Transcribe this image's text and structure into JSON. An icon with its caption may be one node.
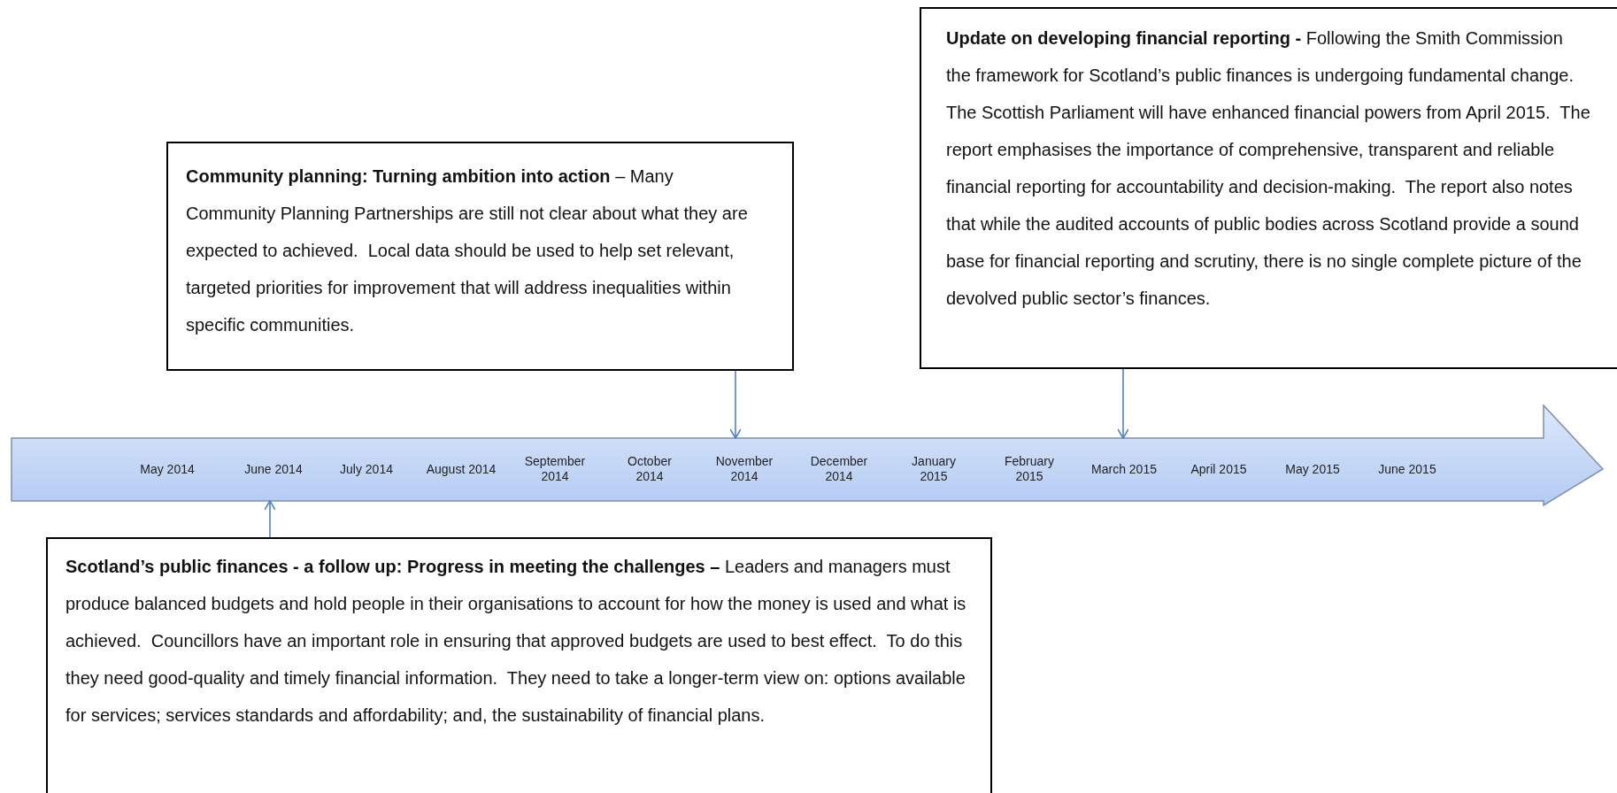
{
  "diagram": {
    "nodes": [
      {
        "text": [
          "**Community planning: Turning ambition into action** – Many Community Planning Partnerships are still not clear about what they are expected to achieved.  Local data should be used to help set relevant, targeted priorities for improvement that will address inequalities within specific communities."
        ]
      },
      {
        "text": [
          "**Update on developing financial reporting -** Following the Smith Commission the framework for Scotland’s public finances is undergoing fundamental change.  The Scottish Parliament will have enhanced financial powers from April 2015.  The report emphasises the importance of comprehensive, transparent and reliable financial reporting for accountability and decision-making.  The report also notes that while the audited accounts of public bodies across Scotland provide a sound base for financial reporting and scrutiny, there is no single complete picture of the devolved public sector’s finances."
        ]
      },
      {
        "text": [
          "May 2014",
          "June 2014",
          "July 2014",
          "August 2014",
          "September 2014",
          "October 2014",
          "November 2014",
          "December 2014",
          "January 2015",
          "February 2015",
          "March 2015",
          "April 2015",
          "May 2015",
          "June 2015"
        ]
      },
      {
        "text": [
          "**Scotland’s public finances - a follow up: Progress in meeting the challenges –** Leaders and managers must produce balanced budgets and hold people in their organisations to account for how the money is used and what is achieved.  Councillors have an important role in ensuring that approved budgets are used to best effect.  To do this they need good-quality and timely financial information.  They need to take a longer-term view on: options available for services; services standards and affordability; and, the sustainability of financial plans."
        ]
      }
    ],
    "edges": [
      {
        "from": 0,
        "to": 2,
        "arrow": "to"
      },
      {
        "from": 1,
        "to": 2,
        "arrow": "to"
      },
      {
        "from": 3,
        "to": 2,
        "arrow": "to"
      }
    ]
  }
}
